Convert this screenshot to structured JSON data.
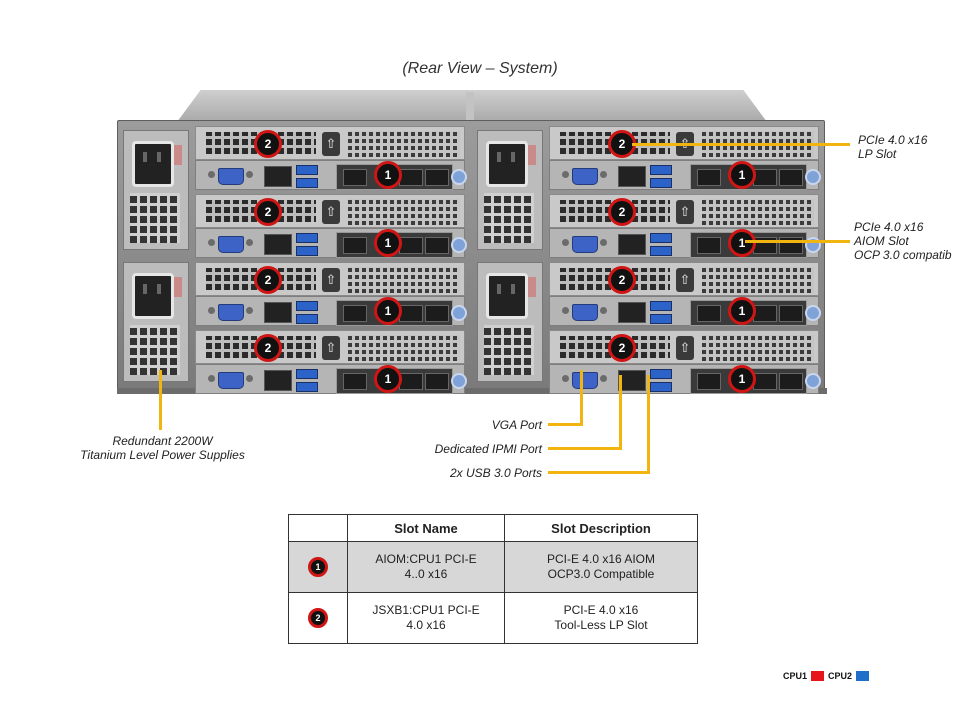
{
  "title": "(Rear View – System)",
  "colors": {
    "callout_line": "#f2b40f",
    "badge_ring": "#d01515",
    "cpu1": "#e8141b",
    "cpu2": "#1f6fc8",
    "table_shade": "#d7d7d7"
  },
  "chassis": {
    "nodes": [
      {
        "slot2_badge": "2",
        "slot1_badge": "1",
        "handle_icon": "⇧"
      },
      {
        "slot2_badge": "2",
        "slot1_badge": "1",
        "handle_icon": "⇧"
      },
      {
        "slot2_badge": "2",
        "slot1_badge": "1",
        "handle_icon": "⇧"
      },
      {
        "slot2_badge": "2",
        "slot1_badge": "1",
        "handle_icon": "⇧"
      },
      {
        "slot2_badge": "2",
        "slot1_badge": "1",
        "handle_icon": "⇧"
      },
      {
        "slot2_badge": "2",
        "slot1_badge": "1",
        "handle_icon": "⇧"
      },
      {
        "slot2_badge": "2",
        "slot1_badge": "1",
        "handle_icon": "⇧"
      },
      {
        "slot2_badge": "2",
        "slot1_badge": "1",
        "handle_icon": "⇧"
      }
    ]
  },
  "callouts": {
    "lp_slot": {
      "line1": "PCIe 4.0 x16",
      "line2": "LP Slot"
    },
    "aiom_slot": {
      "line1": "PCIe 4.0 x16",
      "line2": "AIOM Slot",
      "line3": "OCP 3.0 compatib"
    },
    "psu": {
      "line1": "Redundant 2200W",
      "line2": "Titanium Level Power Supplies"
    },
    "vga": "VGA Port",
    "ipmi": "Dedicated IPMI Port",
    "usb": "2x USB 3.0 Ports"
  },
  "table": {
    "headers": [
      "",
      "Slot Name",
      "Slot Description"
    ],
    "rows": [
      {
        "badge": "1",
        "name_line1": "AIOM:CPU1  PCI-E",
        "name_line2": "4..0 x16",
        "desc_line1": "PCI-E  4.0 x16 AIOM",
        "desc_line2": "OCP3.0  Compatible"
      },
      {
        "badge": "2",
        "name_line1": "JSXB1:CPU1  PCI-E",
        "name_line2": "4.0 x16",
        "desc_line1": "PCI-E  4.0 x16",
        "desc_line2": "Tool-Less  LP Slot"
      }
    ]
  },
  "legend": {
    "items": [
      {
        "label": "CPU1",
        "color": "#e8141b"
      },
      {
        "label": "CPU2",
        "color": "#1f6fc8"
      }
    ]
  }
}
